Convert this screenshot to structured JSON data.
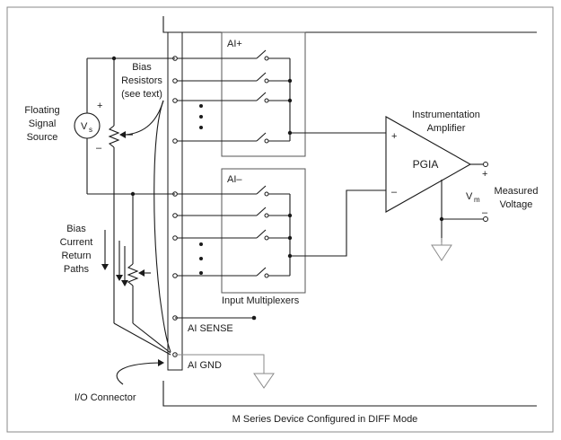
{
  "labels": {
    "floating_signal_source": [
      "Floating",
      "Signal",
      "Source"
    ],
    "source_voltage_symbol": "V",
    "source_voltage_subscript": "s",
    "plus": "+",
    "minus": "–",
    "bias_resistors": [
      "Bias",
      "Resistors",
      "(see text)"
    ],
    "ai_plus": "AI+",
    "ai_minus": "AI–",
    "instrumentation_amplifier": [
      "Instrumentation",
      "Amplifier"
    ],
    "pgia": "PGIA",
    "measured_voltage_symbol": "V",
    "measured_voltage_subscript": "m",
    "measured_voltage": [
      "Measured",
      "Voltage"
    ],
    "bias_current_return_paths": [
      "Bias",
      "Current",
      "Return",
      "Paths"
    ],
    "input_multiplexers": "Input Multiplexers",
    "ai_sense": "AI SENSE",
    "ai_gnd": "AI GND",
    "io_connector": "I/O Connector",
    "caption": "M Series Device Configured in DIFF Mode"
  }
}
